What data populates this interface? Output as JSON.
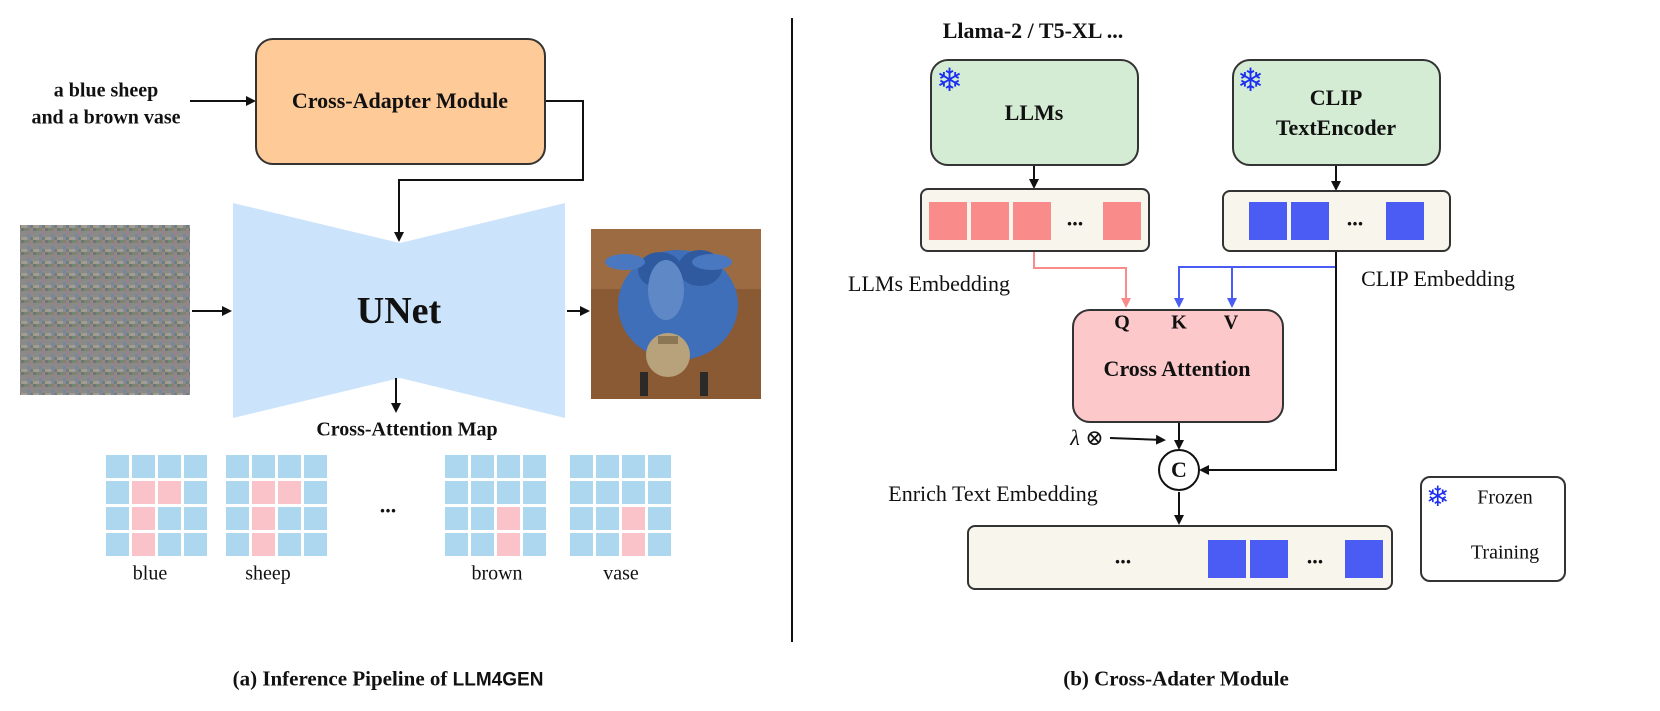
{
  "left_panel": {
    "caption_prefix": "(a) Inference Pipeline of",
    "caption_model": "LLM4GEN",
    "prompt_line1": "a blue sheep",
    "prompt_line2": "and a brown vase",
    "adapter_label": "Cross-Adapter Module",
    "unet_label": "UNet",
    "map_title": "Cross-Attention Map",
    "map_words": [
      "blue",
      "sheep",
      "brown",
      "vase"
    ],
    "ellipsis": "..."
  },
  "right_panel": {
    "caption": "(b) Cross-Adater Module",
    "llm_top_label": "Llama-2 / T5-XL ...",
    "llm_box": "LLMs",
    "clip_box_line1": "CLIP",
    "clip_box_line2": "TextEncoder",
    "llm_embed_label": "LLMs Embedding",
    "clip_embed_label": "CLIP Embedding",
    "q": "Q",
    "k": "K",
    "v": "V",
    "cross_attention": "Cross Attention",
    "lambda_op": "λ ⊗",
    "concat": "C",
    "enrich_label": "Enrich Text Embedding",
    "ellipsis": "..."
  },
  "legend": {
    "frozen": "Frozen",
    "training": "Training"
  },
  "colors": {
    "adapter_fill": "#fdca98",
    "unet_fill": "#cce4fb",
    "llm_fill": "#d4ecd4",
    "attn_fill": "#fcc8ca",
    "red_token": "#f98b8b",
    "blue_token": "#4a5cf4",
    "map_cell": "#acd7ee",
    "map_highlight": "#f9c3c9",
    "snowflake": "#1d2ff0"
  }
}
